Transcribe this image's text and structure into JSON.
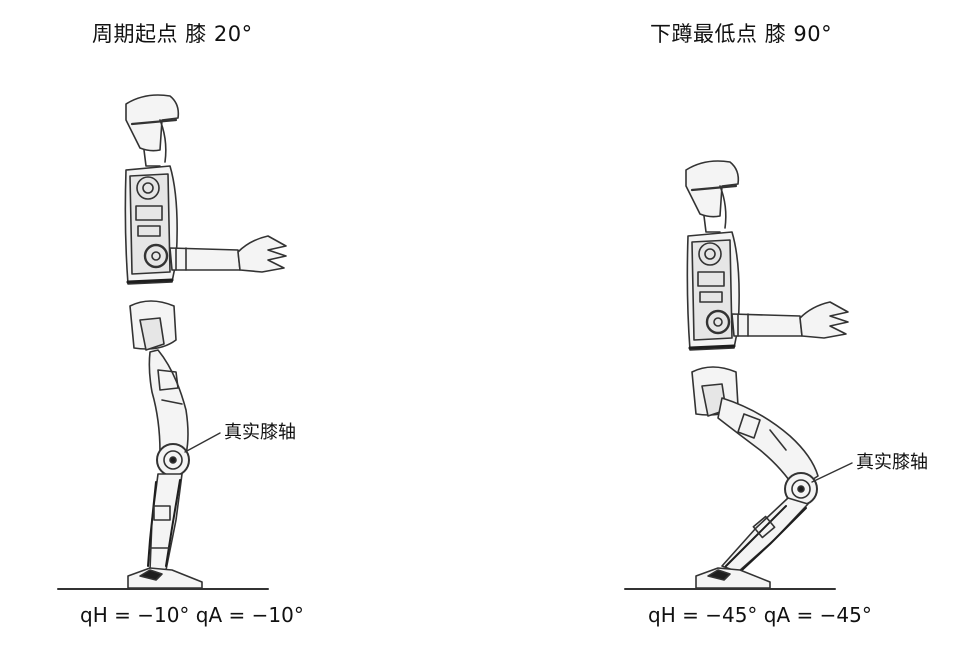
{
  "panels": [
    {
      "title": "周期起点  膝 20°",
      "knee_label": "真实膝轴",
      "caption": "qH = −10°  qA = −10°"
    },
    {
      "title": "下蹲最低点  膝 90°",
      "knee_label": "真实膝轴",
      "caption": "qH = −45°  qA = −45°"
    }
  ],
  "colors": {
    "line": "#333333",
    "fill": "#f4f4f4",
    "dark": "#1e1e1e",
    "highlight": "#e6e6e6"
  }
}
